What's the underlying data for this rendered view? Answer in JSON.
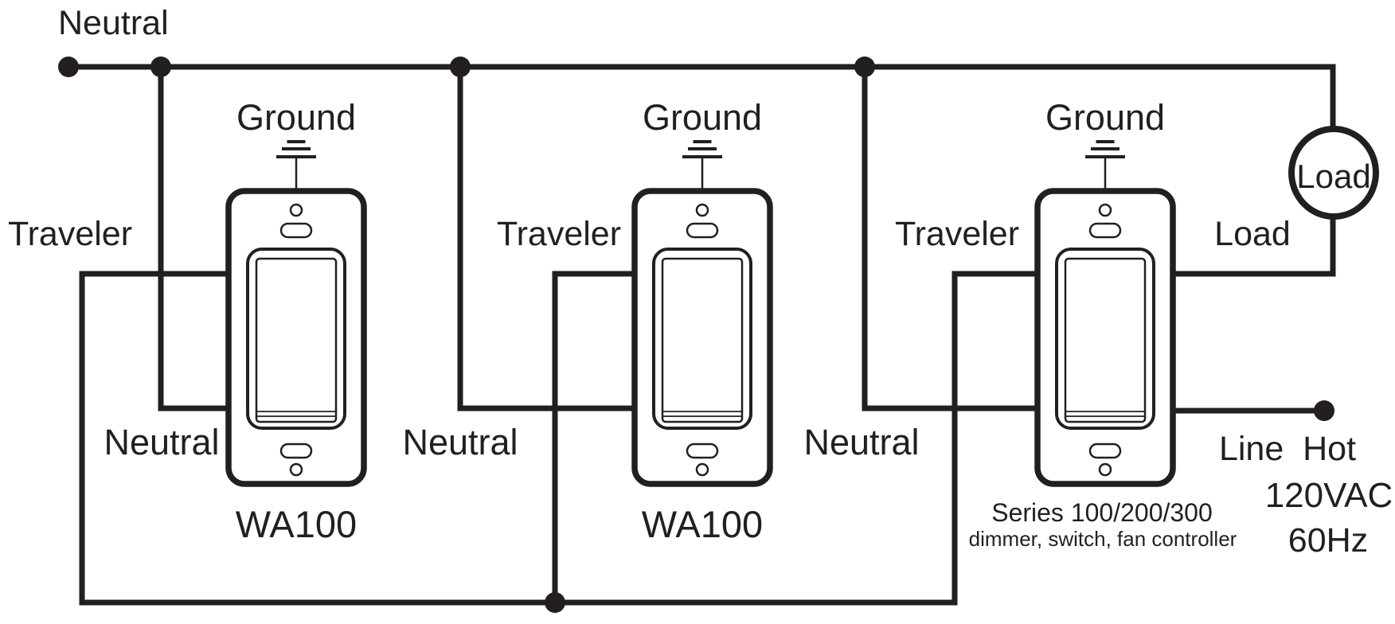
{
  "diagram": {
    "background": "#ffffff",
    "ink_color": "#231f20",
    "top_bus_label": "Neutral",
    "load_circle_label": "Load",
    "line_hot": {
      "label": "Line  Hot",
      "voltage": "120VAC",
      "frequency": "60Hz"
    },
    "switches": [
      {
        "ground": "Ground",
        "traveler": "Traveler",
        "neutral": "Neutral",
        "model": "WA100"
      },
      {
        "ground": "Ground",
        "traveler": "Traveler",
        "neutral": "Neutral",
        "model": "WA100"
      },
      {
        "ground": "Ground",
        "traveler": "Traveler",
        "neutral": "Neutral",
        "load": "Load",
        "model": "Series 100/200/300",
        "model_subtitle": "dimmer, switch, fan controller"
      }
    ]
  }
}
